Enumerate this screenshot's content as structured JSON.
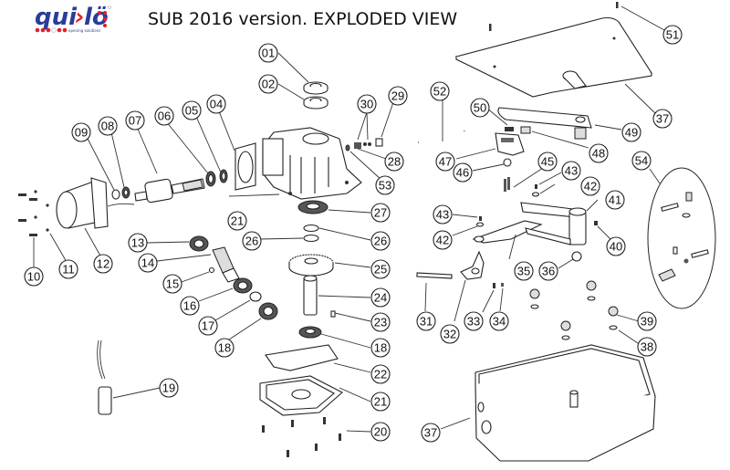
{
  "document": {
    "title": "SUB 2016 version. EXPLODED VIEW",
    "logo": {
      "text_left": "qui",
      "text_right": "lö",
      "tagline": "opening solutions",
      "brand_blue": "#2a3d9a",
      "brand_red": "#e0202a"
    }
  },
  "callouts": [
    {
      "id": "01",
      "label": "01"
    },
    {
      "id": "02",
      "label": "02"
    },
    {
      "id": "04",
      "label": "04"
    },
    {
      "id": "05",
      "label": "05"
    },
    {
      "id": "06",
      "label": "06"
    },
    {
      "id": "07",
      "label": "07"
    },
    {
      "id": "08",
      "label": "08"
    },
    {
      "id": "09",
      "label": "09"
    },
    {
      "id": "10",
      "label": "10"
    },
    {
      "id": "11",
      "label": "11"
    },
    {
      "id": "12",
      "label": "12"
    },
    {
      "id": "13",
      "label": "13"
    },
    {
      "id": "14",
      "label": "14"
    },
    {
      "id": "15",
      "label": "15"
    },
    {
      "id": "16",
      "label": "16"
    },
    {
      "id": "17",
      "label": "17"
    },
    {
      "id": "18a",
      "label": "18"
    },
    {
      "id": "18b",
      "label": "18"
    },
    {
      "id": "19",
      "label": "19"
    },
    {
      "id": "20",
      "label": "20"
    },
    {
      "id": "21a",
      "label": "21"
    },
    {
      "id": "21b",
      "label": "21"
    },
    {
      "id": "22",
      "label": "22"
    },
    {
      "id": "23",
      "label": "23"
    },
    {
      "id": "24",
      "label": "24"
    },
    {
      "id": "25",
      "label": "25"
    },
    {
      "id": "26a",
      "label": "26"
    },
    {
      "id": "26b",
      "label": "26"
    },
    {
      "id": "27",
      "label": "27"
    },
    {
      "id": "28",
      "label": "28"
    },
    {
      "id": "29",
      "label": "29"
    },
    {
      "id": "30",
      "label": "30"
    },
    {
      "id": "31",
      "label": "31"
    },
    {
      "id": "32",
      "label": "32"
    },
    {
      "id": "33",
      "label": "33"
    },
    {
      "id": "34",
      "label": "34"
    },
    {
      "id": "35",
      "label": "35"
    },
    {
      "id": "36",
      "label": "36"
    },
    {
      "id": "37a",
      "label": "37"
    },
    {
      "id": "37b",
      "label": "37"
    },
    {
      "id": "38",
      "label": "38"
    },
    {
      "id": "39",
      "label": "39"
    },
    {
      "id": "40",
      "label": "40"
    },
    {
      "id": "41",
      "label": "41"
    },
    {
      "id": "42a",
      "label": "42"
    },
    {
      "id": "42b",
      "label": "42"
    },
    {
      "id": "43a",
      "label": "43"
    },
    {
      "id": "43b",
      "label": "43"
    },
    {
      "id": "45",
      "label": "45"
    },
    {
      "id": "46",
      "label": "46"
    },
    {
      "id": "47",
      "label": "47"
    },
    {
      "id": "48",
      "label": "48"
    },
    {
      "id": "49",
      "label": "49"
    },
    {
      "id": "50",
      "label": "50"
    },
    {
      "id": "51",
      "label": "51"
    },
    {
      "id": "52",
      "label": "52"
    },
    {
      "id": "53",
      "label": "53"
    },
    {
      "id": "54",
      "label": "54"
    }
  ]
}
